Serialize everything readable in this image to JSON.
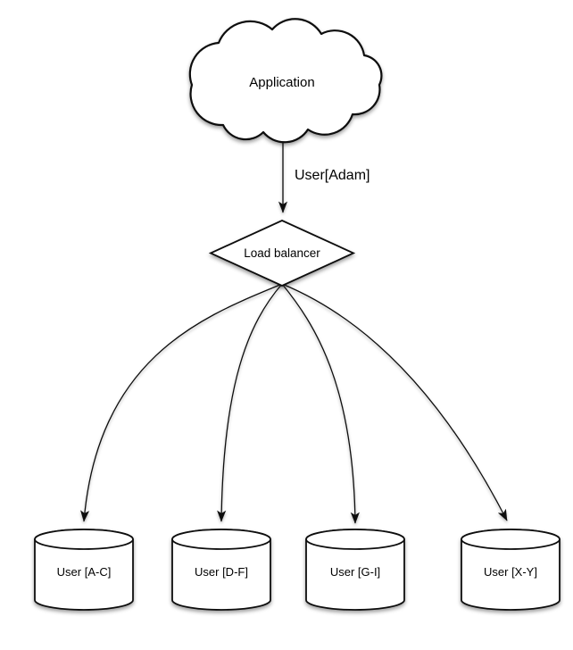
{
  "diagram": {
    "type": "flow-diagram",
    "background_color": "#ffffff",
    "stroke_color": "#111111",
    "shape_fill_color": "#ffffff",
    "text_color": "#000000",
    "nodes": {
      "application": {
        "shape": "cloud",
        "label": "Application"
      },
      "load_balancer": {
        "shape": "diamond",
        "label": "Load balancer"
      },
      "shards": [
        {
          "shape": "cylinder",
          "label": "User [A-C]"
        },
        {
          "shape": "cylinder",
          "label": "User [D-F]"
        },
        {
          "shape": "cylinder",
          "label": "User [G-I]"
        },
        {
          "shape": "cylinder",
          "label": "User [X-Y]"
        }
      ]
    },
    "edges": [
      {
        "from": "application",
        "to": "load_balancer",
        "label": "User[Adam]",
        "style": "straight-arrow"
      },
      {
        "from": "load_balancer",
        "to": "shard-0",
        "label": "",
        "style": "curved-arrow"
      },
      {
        "from": "load_balancer",
        "to": "shard-1",
        "label": "",
        "style": "curved-arrow"
      },
      {
        "from": "load_balancer",
        "to": "shard-2",
        "label": "",
        "style": "curved-arrow"
      },
      {
        "from": "load_balancer",
        "to": "shard-3",
        "label": "",
        "style": "curved-arrow"
      }
    ]
  }
}
